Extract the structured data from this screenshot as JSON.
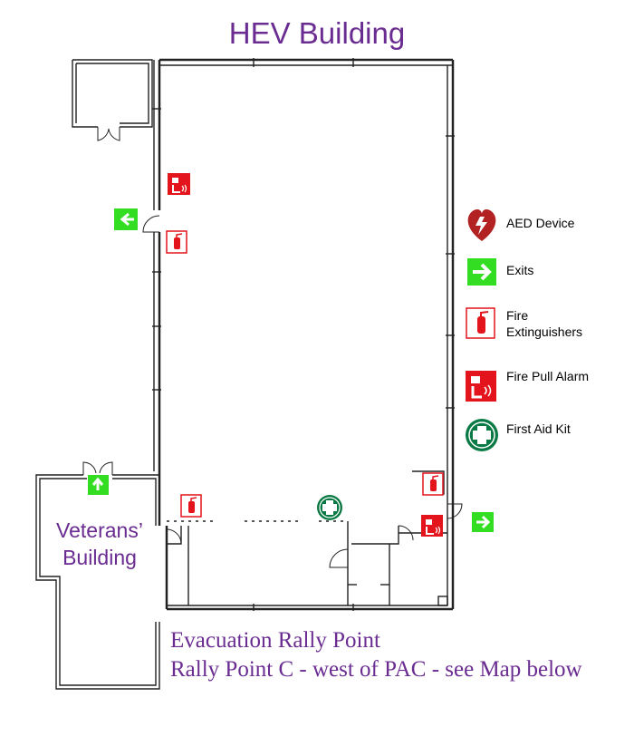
{
  "map": {
    "title": "HEV Building",
    "veterans_line1": "Veterans’",
    "veterans_line2": "Building",
    "rally_line1": "Evacuation Rally Point",
    "rally_line2": "Rally Point C - west of PAC - see Map below"
  },
  "legend": {
    "aed": "AED Device",
    "exits": "Exits",
    "fire_ext_line1": "Fire",
    "fire_ext_line2": "Extinguishers",
    "pull_alarm": "Fire Pull Alarm",
    "first_aid": "First Aid Kit"
  },
  "colors": {
    "title": "#6a2c91",
    "exit_green": "#33dd22",
    "fire_red": "#e3141c",
    "first_aid_green": "#0a7a45",
    "aed_red": "#b22222"
  }
}
